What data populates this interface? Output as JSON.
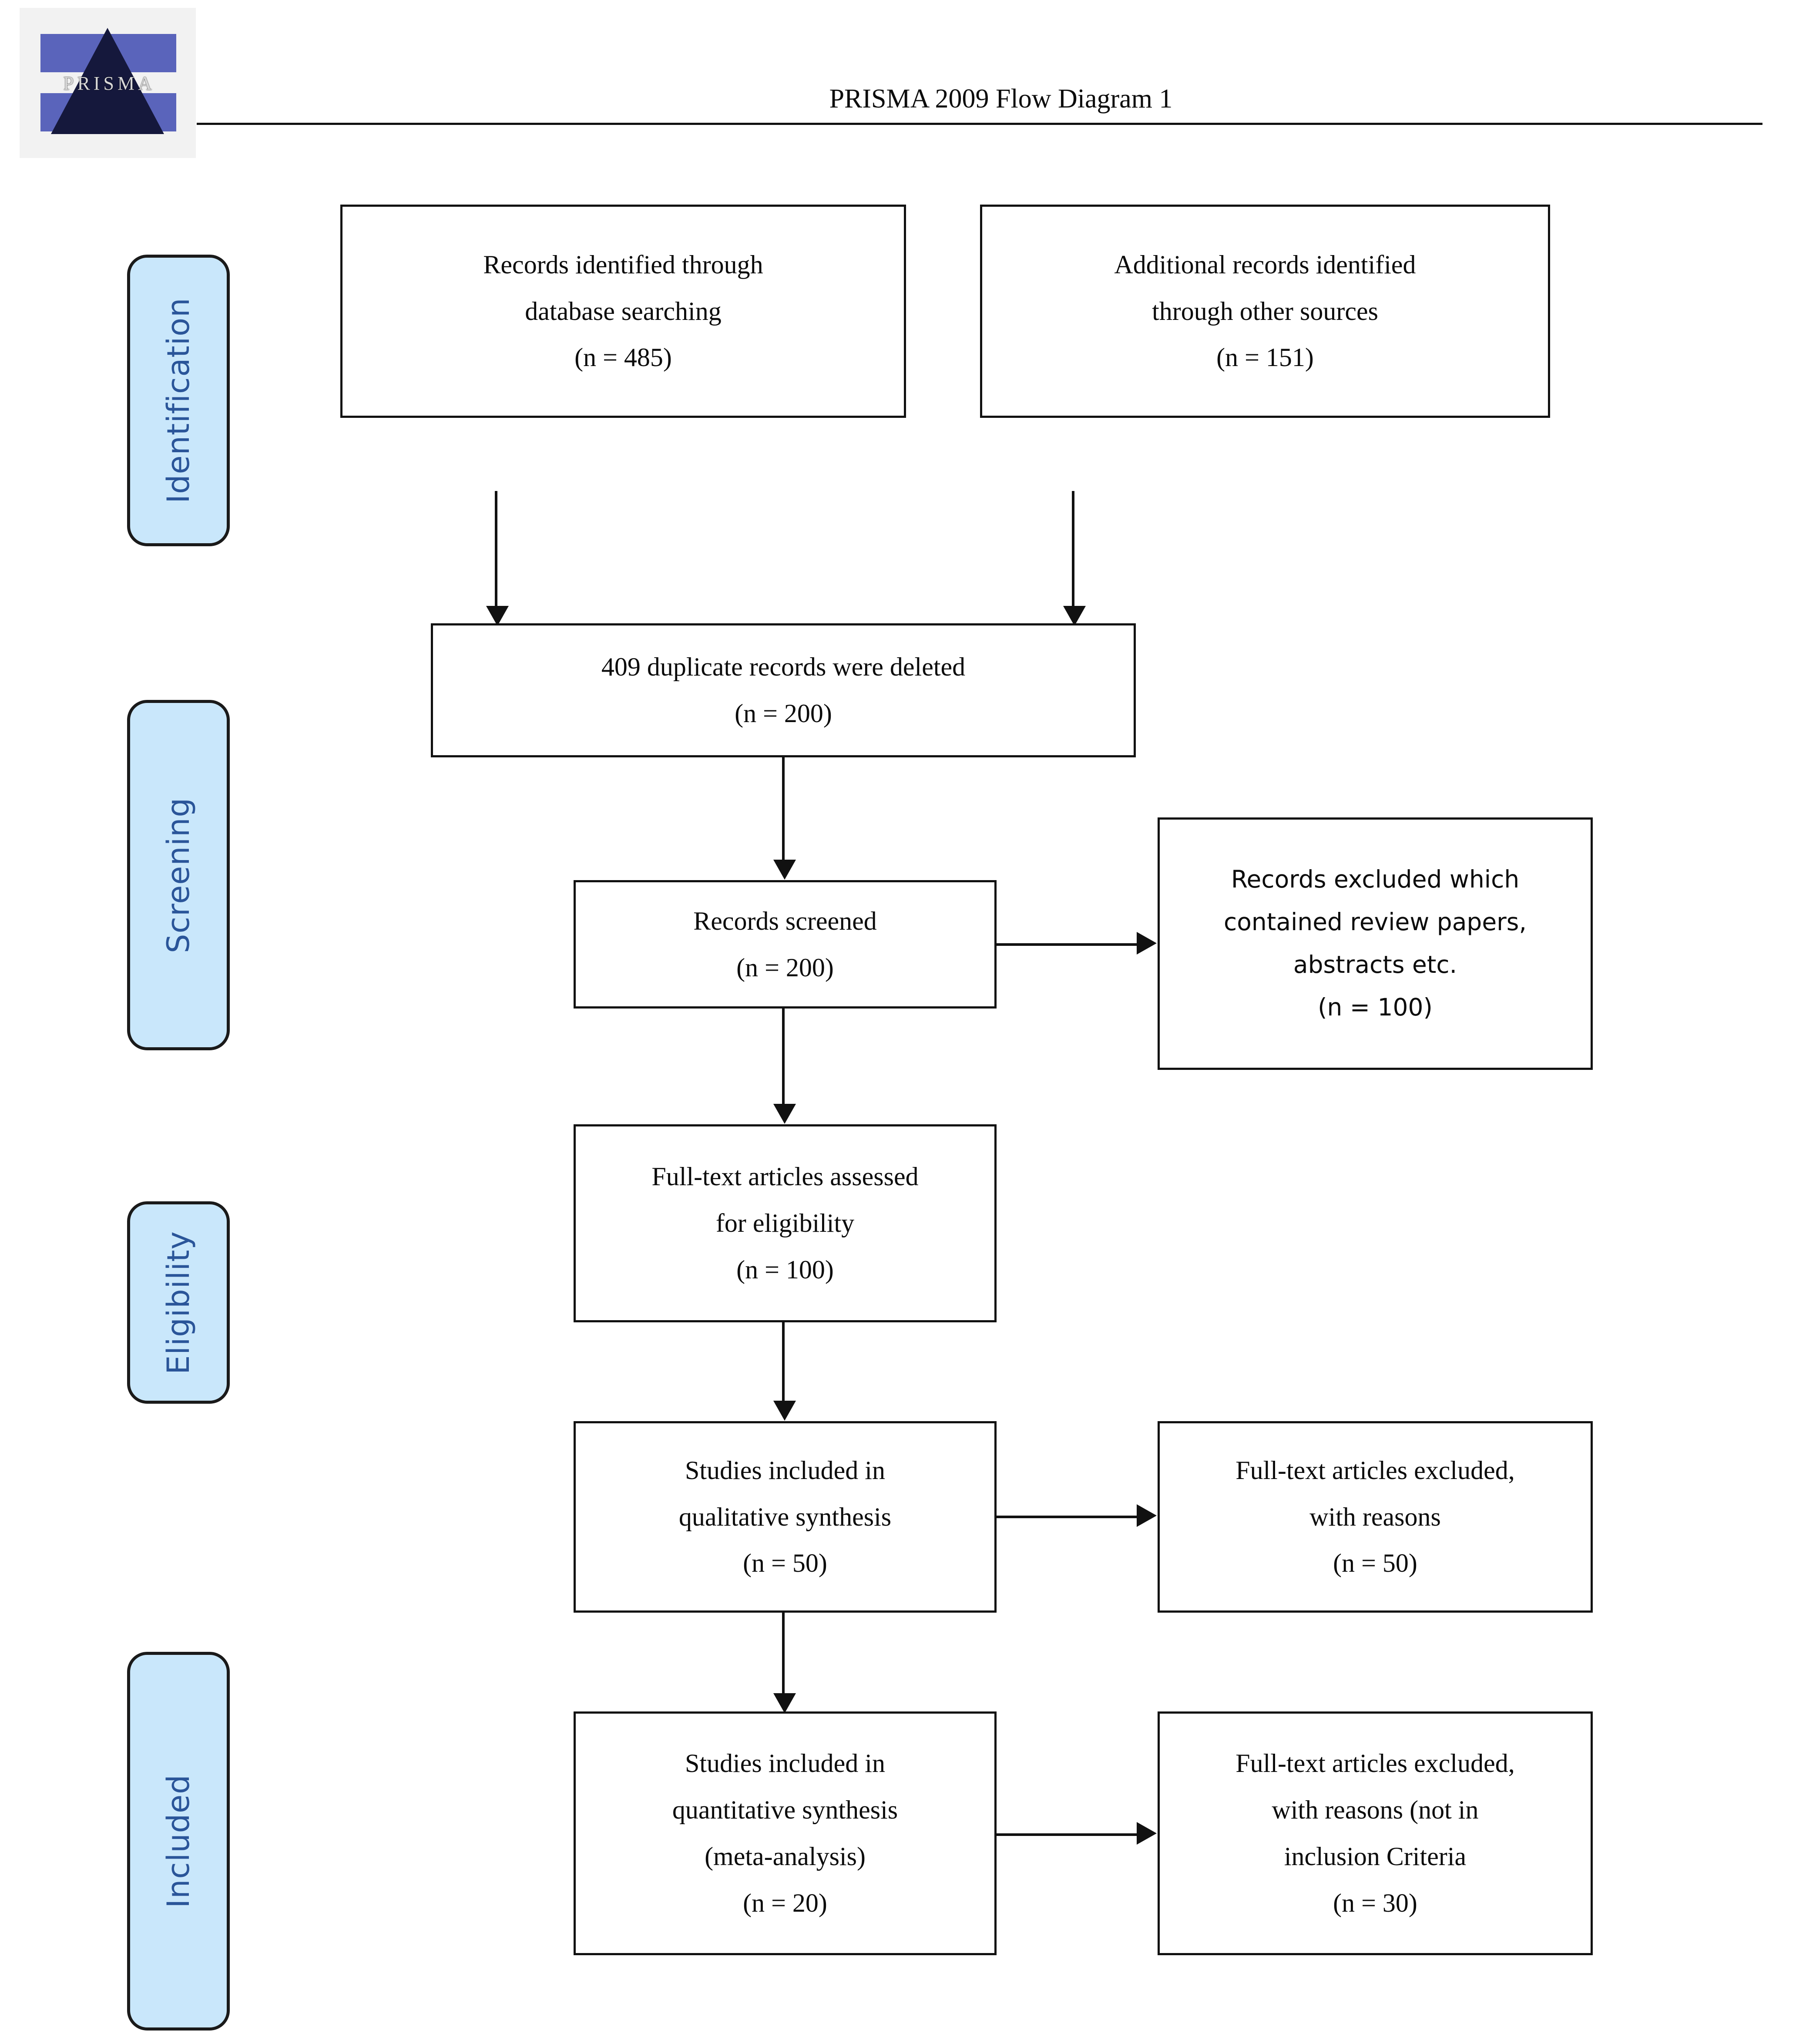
{
  "document": {
    "title": "PRISMA 2009 Flow Diagram 1",
    "logo_word": "PRISMA",
    "logo_name": "prisma-logo"
  },
  "stages": [
    {
      "id": "identification",
      "label": "Identification"
    },
    {
      "id": "screening",
      "label": "Screening"
    },
    {
      "id": "eligibility",
      "label": "Eligibility"
    },
    {
      "id": "included",
      "label": "Included"
    }
  ],
  "boxes": {
    "records_database": {
      "line1": "Records identified through",
      "line2": "database searching",
      "line3": "(n = 485)"
    },
    "records_other": {
      "line1": "Additional records identified",
      "line2": "through other sources",
      "line3": "(n = 151)"
    },
    "duplicates_removed": {
      "line1": "409 duplicate records were deleted",
      "line2": "(n = 200)"
    },
    "records_screened": {
      "line1": "Records screened",
      "line2": "(n = 200)"
    },
    "records_excluded": {
      "line1": "Records excluded which",
      "line2": "contained review papers,",
      "line3": "abstracts etc.",
      "line4": "(n = 100)"
    },
    "fulltext_assessed": {
      "line1": "Full-text articles assessed",
      "line2": "for eligibility",
      "line3": "(n = 100)"
    },
    "qualitative_synthesis": {
      "line1": "Studies included in",
      "line2": "qualitative synthesis",
      "line3": "(n = 50)"
    },
    "fulltext_excluded_qual": {
      "line1": "Full-text articles excluded,",
      "line2": "with reasons",
      "line3": "(n = 50)"
    },
    "quantitative_synthesis": {
      "line1": "Studies included in",
      "line2": "quantitative synthesis",
      "line3": "(meta-analysis)",
      "line4": "(n = 20)"
    },
    "fulltext_excluded_quant": {
      "line1": "Full-text articles excluded,",
      "line2": "with reasons (not in",
      "line3": "inclusion Criteria",
      "line4": "(n = 30)"
    }
  },
  "chart_data": {
    "type": "diagram",
    "title": "PRISMA 2009 Flow Diagram 1",
    "stages": [
      "Identification",
      "Screening",
      "Eligibility",
      "Included"
    ],
    "nodes": [
      {
        "id": "records_database",
        "stage": "Identification",
        "label": "Records identified through database searching",
        "n": 485
      },
      {
        "id": "records_other",
        "stage": "Identification",
        "label": "Additional records identified through other sources",
        "n": 151
      },
      {
        "id": "duplicates_removed",
        "stage": "Screening",
        "label": "409 duplicate records were deleted",
        "n": 200
      },
      {
        "id": "records_screened",
        "stage": "Screening",
        "label": "Records screened",
        "n": 200
      },
      {
        "id": "records_excluded",
        "stage": "Screening",
        "label": "Records excluded which contained review papers, abstracts etc.",
        "n": 100
      },
      {
        "id": "fulltext_assessed",
        "stage": "Eligibility",
        "label": "Full-text articles assessed for eligibility",
        "n": 100
      },
      {
        "id": "qualitative_synthesis",
        "stage": "Included",
        "label": "Studies included in qualitative synthesis",
        "n": 50
      },
      {
        "id": "fulltext_excluded_qual",
        "stage": "Included",
        "label": "Full-text articles excluded, with reasons",
        "n": 50
      },
      {
        "id": "quantitative_synthesis",
        "stage": "Included",
        "label": "Studies included in quantitative synthesis (meta-analysis)",
        "n": 20
      },
      {
        "id": "fulltext_excluded_quant",
        "stage": "Included",
        "label": "Full-text articles excluded, with reasons (not in inclusion Criteria",
        "n": 30
      }
    ],
    "edges": [
      {
        "from": "records_database",
        "to": "duplicates_removed",
        "direction": "down"
      },
      {
        "from": "records_other",
        "to": "duplicates_removed",
        "direction": "down"
      },
      {
        "from": "duplicates_removed",
        "to": "records_screened",
        "direction": "down"
      },
      {
        "from": "records_screened",
        "to": "records_excluded",
        "direction": "right"
      },
      {
        "from": "records_screened",
        "to": "fulltext_assessed",
        "direction": "down"
      },
      {
        "from": "fulltext_assessed",
        "to": "qualitative_synthesis",
        "direction": "down"
      },
      {
        "from": "qualitative_synthesis",
        "to": "fulltext_excluded_qual",
        "direction": "right"
      },
      {
        "from": "qualitative_synthesis",
        "to": "quantitative_synthesis",
        "direction": "down"
      },
      {
        "from": "quantitative_synthesis",
        "to": "fulltext_excluded_quant",
        "direction": "right"
      }
    ]
  }
}
